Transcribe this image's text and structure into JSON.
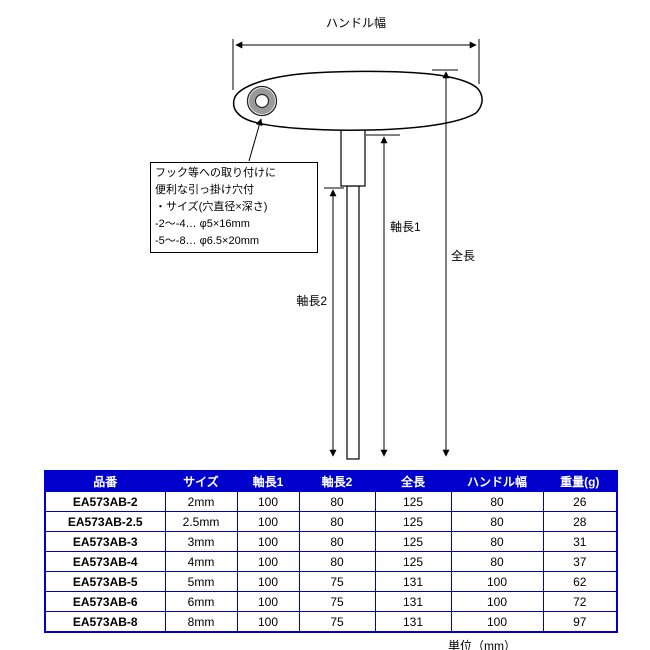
{
  "diagram": {
    "labels": {
      "handle_width": "ハンドル幅",
      "shaft_length_1": "軸長1",
      "shaft_length_2": "軸長2",
      "total_length": "全長"
    },
    "callout": {
      "lines": [
        "フック等への取り付けに",
        "便利な引っ掛け穴付",
        "・サイズ(穴直径×深さ)",
        "-2～-4… φ5×16mm",
        "-5～-8… φ6.5×20mm"
      ]
    }
  },
  "table": {
    "columns": [
      "品番",
      "サイズ",
      "軸長1",
      "軸長2",
      "全長",
      "ハンドル幅",
      "重量(g)"
    ],
    "rows": [
      [
        "EA573AB-2",
        "2mm",
        "100",
        "80",
        "125",
        "80",
        "26"
      ],
      [
        "EA573AB-2.5",
        "2.5mm",
        "100",
        "80",
        "125",
        "80",
        "28"
      ],
      [
        "EA573AB-3",
        "3mm",
        "100",
        "80",
        "125",
        "80",
        "31"
      ],
      [
        "EA573AB-4",
        "4mm",
        "100",
        "80",
        "125",
        "80",
        "37"
      ],
      [
        "EA573AB-5",
        "5mm",
        "100",
        "75",
        "131",
        "100",
        "62"
      ],
      [
        "EA573AB-6",
        "6mm",
        "100",
        "75",
        "131",
        "100",
        "72"
      ],
      [
        "EA573AB-8",
        "8mm",
        "100",
        "75",
        "131",
        "100",
        "97"
      ]
    ]
  },
  "footer": {
    "unit_note": "単位（mm）"
  },
  "colors": {
    "table_accent": "#0000cc",
    "header_text": "#ffffff",
    "line_color": "#000000",
    "hole_ring": "#9a9a9a"
  }
}
